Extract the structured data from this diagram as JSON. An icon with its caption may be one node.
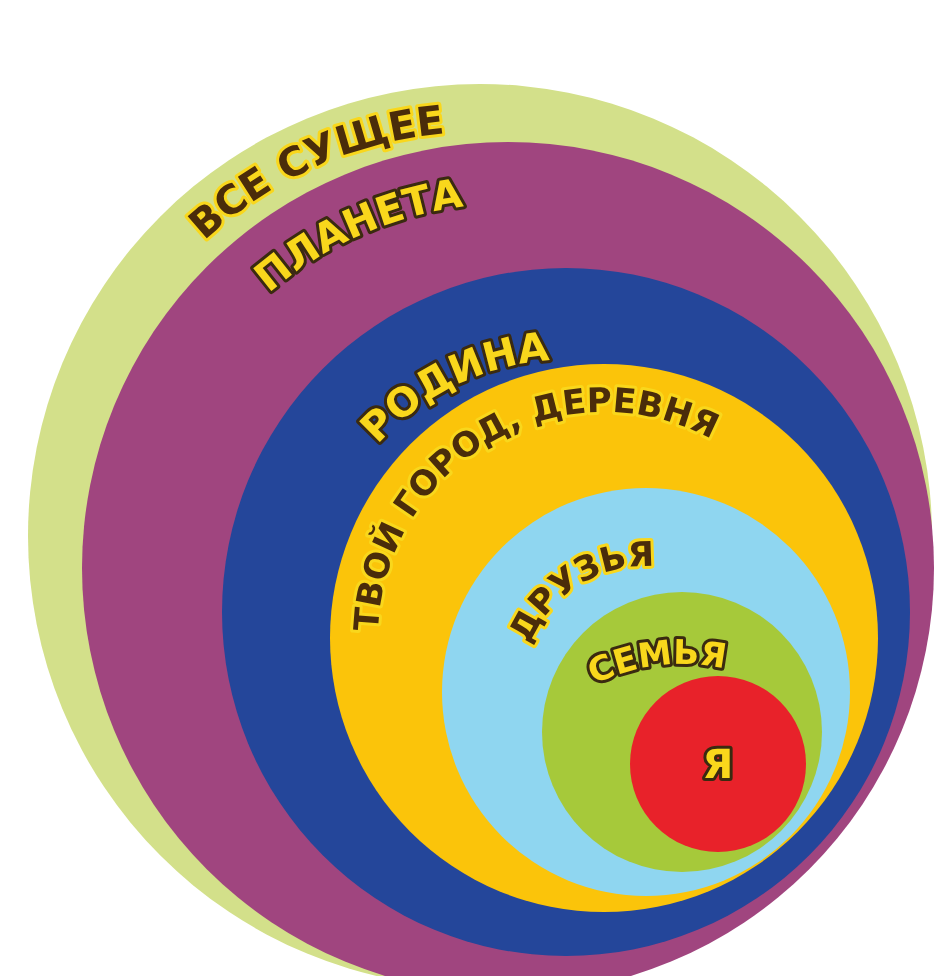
{
  "diagram": {
    "nodes": [
      {
        "text": [
          "ВСЕ СУЩЕЕ"
        ]
      },
      {
        "text": [
          "ПЛАНЕТА"
        ],
        "in": 0
      },
      {
        "text": [
          "РОДИНА"
        ],
        "in": 1
      },
      {
        "text": [
          "ТВОЙ ГОРОД, ДЕРЕВНЯ"
        ],
        "in": 2
      },
      {
        "text": [
          "ДРУЗЬЯ"
        ],
        "in": 3
      },
      {
        "text": [
          "СЕМЬЯ"
        ],
        "in": 4
      },
      {
        "text": [
          "Я"
        ],
        "in": 5
      }
    ]
  }
}
